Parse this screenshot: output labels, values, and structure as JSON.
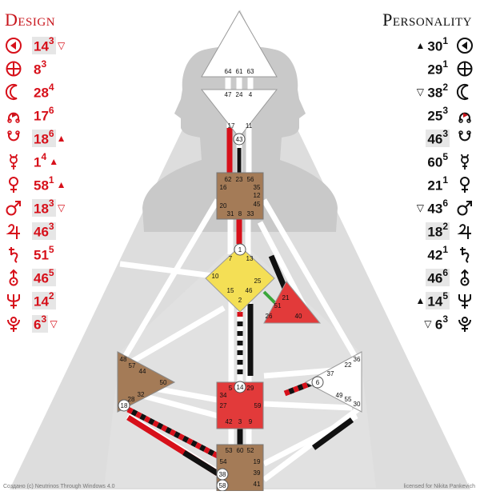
{
  "headers": {
    "design": "Design",
    "personality": "Personality"
  },
  "colors": {
    "design": "#d7101a",
    "personality": "#111111",
    "background_triangle": "#d9d9d9",
    "silhouette": "#c8c8c8",
    "head": "#ffffff",
    "ajna": "#ffffff",
    "throat": "#a47b57",
    "g": "#f4df55",
    "heart": "#e23a3a",
    "spleen": "#a47b57",
    "sacral": "#e23a3a",
    "solar_plexus": "#ffffff",
    "root": "#a47b57"
  },
  "design_rows": [
    {
      "planet": "sun-icon",
      "gate": "14",
      "line": "3",
      "arrow": "▽",
      "highlight": true
    },
    {
      "planet": "earth-icon",
      "gate": "8",
      "line": "3",
      "arrow": "",
      "highlight": false
    },
    {
      "planet": "moon-icon",
      "gate": "28",
      "line": "4",
      "arrow": "",
      "highlight": false
    },
    {
      "planet": "north-node-icon",
      "gate": "17",
      "line": "6",
      "arrow": "",
      "highlight": false
    },
    {
      "planet": "south-node-icon",
      "gate": "18",
      "line": "6",
      "arrow": "▲",
      "highlight": true
    },
    {
      "planet": "mercury-icon",
      "gate": "1",
      "line": "4",
      "arrow": "▲",
      "highlight": false
    },
    {
      "planet": "venus-icon",
      "gate": "58",
      "line": "1",
      "arrow": "▲",
      "highlight": false
    },
    {
      "planet": "mars-icon",
      "gate": "18",
      "line": "3",
      "arrow": "▽",
      "highlight": true
    },
    {
      "planet": "jupiter-icon",
      "gate": "46",
      "line": "3",
      "arrow": "",
      "highlight": true
    },
    {
      "planet": "saturn-icon",
      "gate": "51",
      "line": "5",
      "arrow": "",
      "highlight": false
    },
    {
      "planet": "uranus-icon",
      "gate": "46",
      "line": "5",
      "arrow": "",
      "highlight": true
    },
    {
      "planet": "neptune-icon",
      "gate": "14",
      "line": "2",
      "arrow": "",
      "highlight": true
    },
    {
      "planet": "pluto-icon",
      "gate": "6",
      "line": "3",
      "arrow": "▽",
      "highlight": true
    }
  ],
  "personality_rows": [
    {
      "planet": "sun-icon",
      "gate": "30",
      "line": "1",
      "arrow": "▲",
      "highlight": false
    },
    {
      "planet": "earth-icon",
      "gate": "29",
      "line": "1",
      "arrow": "",
      "highlight": false
    },
    {
      "planet": "moon-icon",
      "gate": "38",
      "line": "2",
      "arrow": "▽",
      "highlight": false
    },
    {
      "planet": "north-node-icon",
      "gate": "25",
      "line": "3",
      "arrow": "",
      "highlight": false
    },
    {
      "planet": "south-node-icon",
      "gate": "46",
      "line": "3",
      "arrow": "",
      "highlight": true
    },
    {
      "planet": "mercury-icon",
      "gate": "60",
      "line": "5",
      "arrow": "",
      "highlight": false
    },
    {
      "planet": "venus-icon",
      "gate": "21",
      "line": "1",
      "arrow": "",
      "highlight": false
    },
    {
      "planet": "mars-icon",
      "gate": "43",
      "line": "6",
      "arrow": "▽",
      "highlight": false
    },
    {
      "planet": "jupiter-icon",
      "gate": "18",
      "line": "2",
      "arrow": "",
      "highlight": true
    },
    {
      "planet": "saturn-icon",
      "gate": "42",
      "line": "1",
      "arrow": "",
      "highlight": false
    },
    {
      "planet": "uranus-icon",
      "gate": "46",
      "line": "6",
      "arrow": "",
      "highlight": true
    },
    {
      "planet": "neptune-icon",
      "gate": "14",
      "line": "5",
      "arrow": "▲",
      "highlight": true
    },
    {
      "planet": "pluto-icon",
      "gate": "6",
      "line": "3",
      "arrow": "▽",
      "highlight": false
    }
  ],
  "gates": {
    "head": [
      "64",
      "61",
      "63"
    ],
    "ajna_top": [
      "47",
      "24",
      "4"
    ],
    "ajna_bottom": [
      "17",
      "11"
    ],
    "ajna_circle": "43",
    "throat": [
      "62",
      "23",
      "56",
      "16",
      "35",
      "12",
      "45",
      "20",
      "31",
      "8",
      "33"
    ],
    "g_circle": "1",
    "g": [
      "7",
      "13",
      "10",
      "15",
      "2",
      "46",
      "25"
    ],
    "heart": [
      "21",
      "51",
      "26",
      "40"
    ],
    "spleen": [
      "48",
      "57",
      "44",
      "50",
      "32",
      "28"
    ],
    "spleen_circle": "18",
    "sacral": [
      "5",
      "29",
      "34",
      "27",
      "59",
      "42",
      "3",
      "9"
    ],
    "sacral_circle": "14",
    "solar_plexus": [
      "36",
      "22",
      "37",
      "49",
      "55",
      "30"
    ],
    "solar_plexus_circle": "6",
    "root": [
      "53",
      "60",
      "52",
      "54",
      "19",
      "39",
      "41"
    ],
    "root_circles": [
      "38",
      "58"
    ]
  },
  "footer": {
    "left": "Создано (с) Neutrinos Through Windows 4.0",
    "right": "licensed for Nikita Pankevich"
  }
}
